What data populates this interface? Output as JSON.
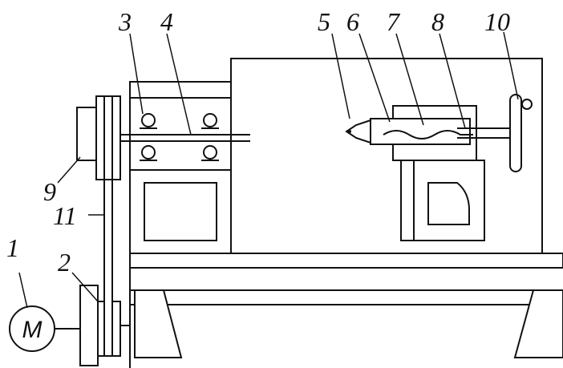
{
  "labels": {
    "l1": "1",
    "l2": "2",
    "l3": "3",
    "l4": "4",
    "l5": "5",
    "l6": "6",
    "l7": "7",
    "l8": "8",
    "l9": "9",
    "l10": "10",
    "l11": "11"
  },
  "motor": {
    "symbol": "M"
  }
}
